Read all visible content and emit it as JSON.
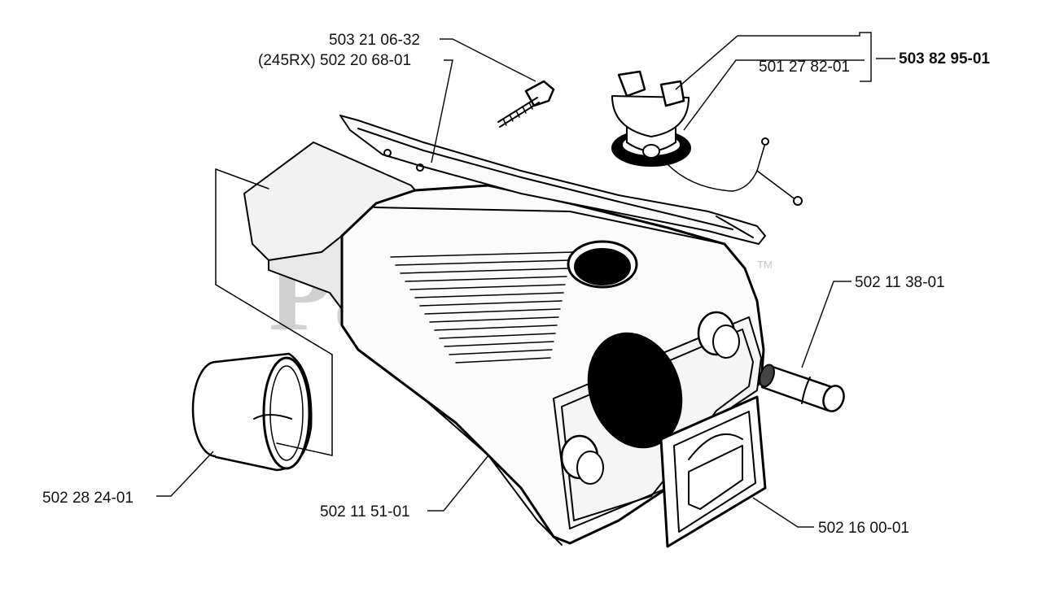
{
  "watermark": {
    "text": "PartsTree",
    "tm": "TM"
  },
  "parts": [
    {
      "id": "bolt",
      "number": "503 21 06-32"
    },
    {
      "id": "rail",
      "number": "(245RX) 502 20 68-01"
    },
    {
      "id": "assembly",
      "number": "503 82 95-01"
    },
    {
      "id": "cap",
      "number": "501 27 82-01"
    },
    {
      "id": "filter",
      "number": "502 11 38-01"
    },
    {
      "id": "ring",
      "number": "502 28 24-01"
    },
    {
      "id": "tank",
      "number": "502 11 51-01"
    },
    {
      "id": "gasket",
      "number": "502 16 00-01"
    }
  ]
}
